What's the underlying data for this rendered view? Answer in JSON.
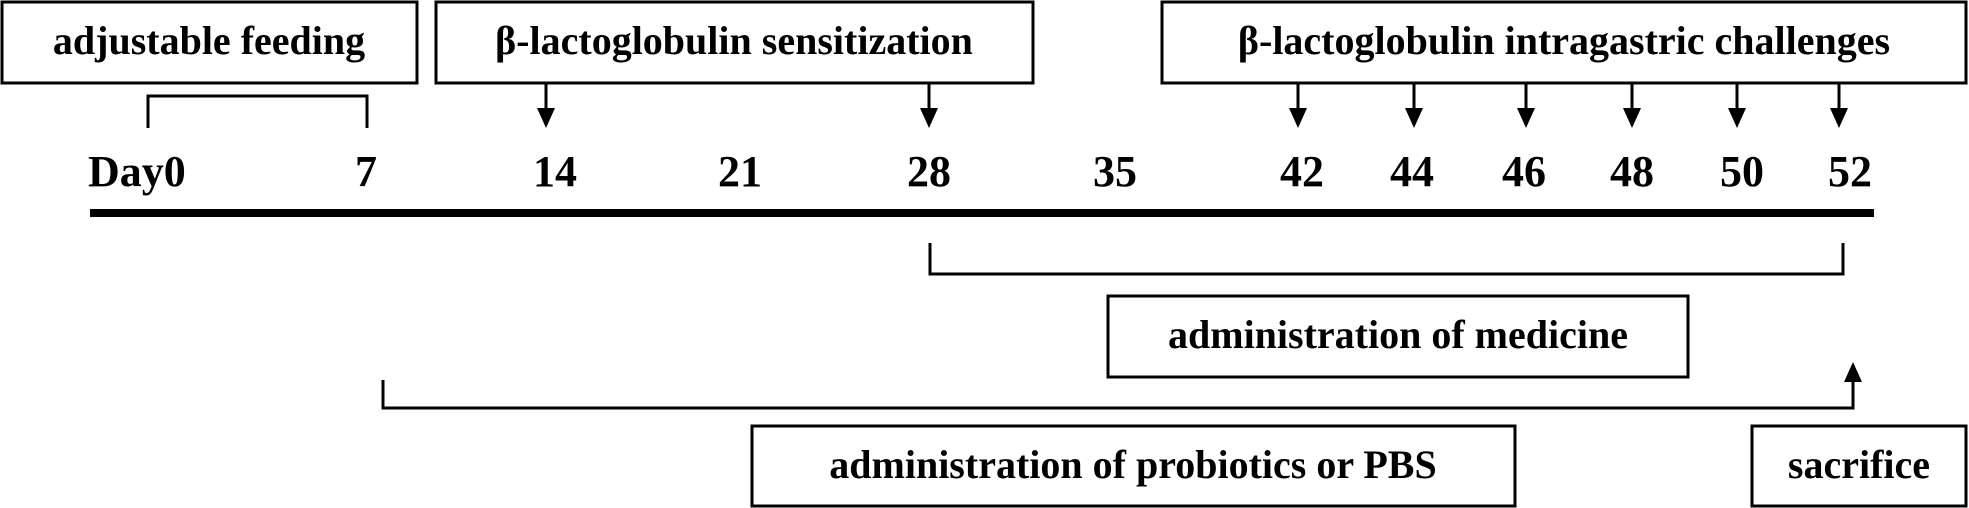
{
  "boxes": {
    "adjustable_feeding": "adjustable feeding",
    "sensitization": "β-lactoglobulin sensitization",
    "challenges": "β-lactoglobulin intragastric challenges",
    "medicine": "administration of medicine",
    "probiotics": "administration of probiotics or PBS",
    "sacrifice": "sacrifice"
  },
  "timeline": {
    "days": [
      "Day0",
      "7",
      "14",
      "21",
      "28",
      "35",
      "42",
      "44",
      "46",
      "48",
      "50",
      "52"
    ]
  }
}
